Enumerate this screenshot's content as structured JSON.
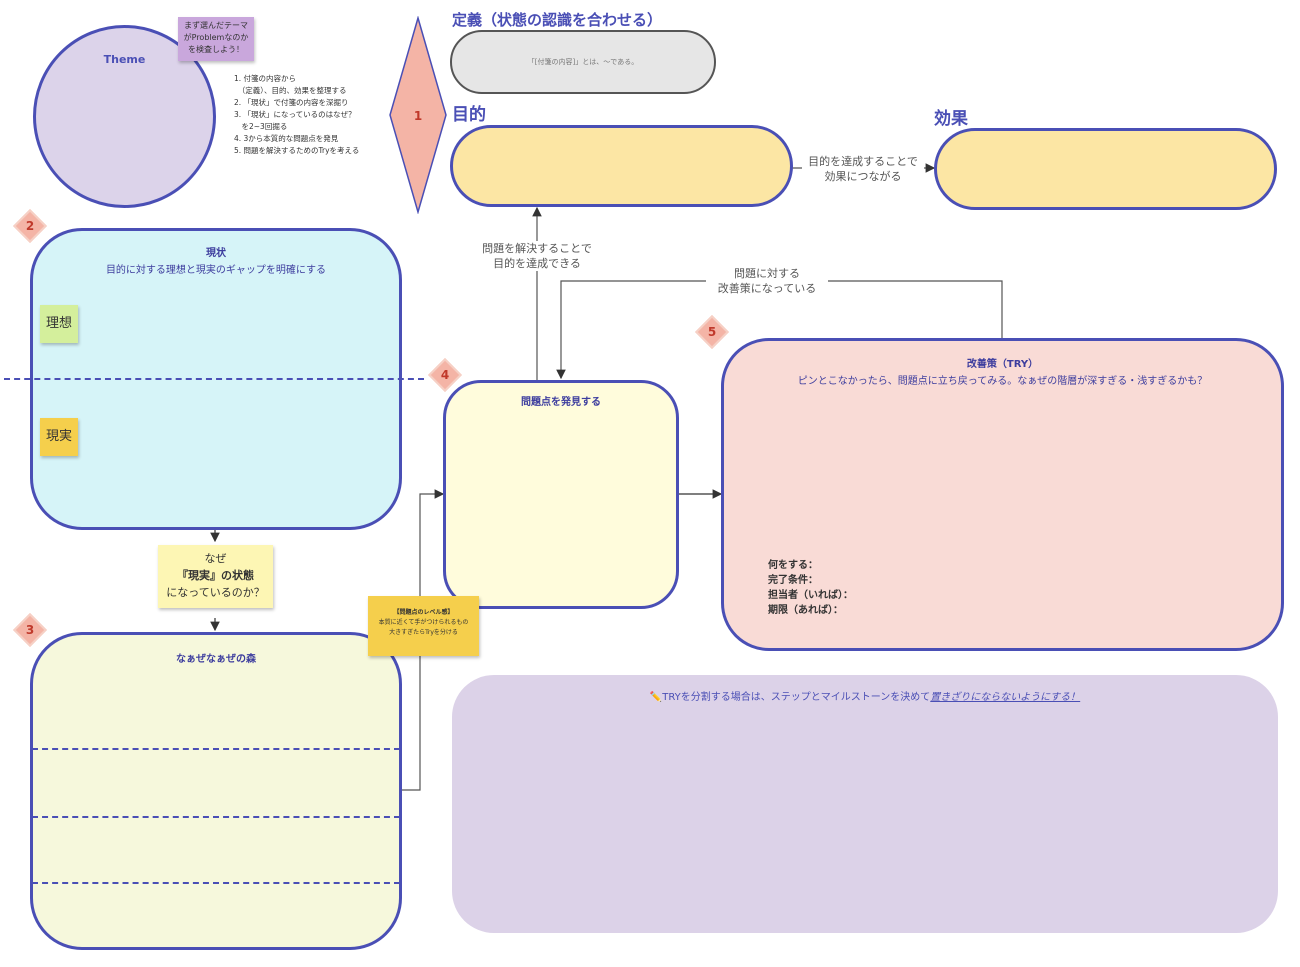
{
  "theme": {
    "label": "Theme",
    "sticky_lines": [
      "まず選んだテーマ",
      "がProblemなのか",
      "を検査しよう！"
    ]
  },
  "instructions": [
    "1. 付箋の内容から",
    "　（定義）、目的、効果を整理する",
    "2. 「現状」で付箋の内容を深掘り",
    "3. 「現状」になっているのはなぜ？",
    "　を2~3回掘る",
    "4. 3から本質的な問題点を発見",
    "5. 問題を解決するためのTryを考える"
  ],
  "step_numbers": [
    "1",
    "2",
    "3",
    "4",
    "5"
  ],
  "definition": {
    "heading": "定義（状態の認識を合わせる）",
    "placeholder": "「[付箋の内容]」とは、〜である。"
  },
  "purpose": {
    "heading": "目的"
  },
  "effect": {
    "heading": "効果"
  },
  "connectors": {
    "purpose_to_effect": [
      "目的を達成することで",
      "効果につながる"
    ],
    "problem_to_purpose": [
      "問題を解決することで",
      "目的を達成できる"
    ],
    "try_to_problem": [
      "問題に対する",
      "改善策になっている"
    ]
  },
  "current_state": {
    "title": "現状",
    "subtitle": "目的に対する理想と現実のギャップを明確にする",
    "ideal_label": "理想",
    "reality_label": "現実"
  },
  "why_sticky": {
    "line1": "なぜ",
    "line2": "『現実』の状態",
    "line3": "になっているのか？"
  },
  "forest": {
    "title": "なぁぜなぁぜの森"
  },
  "problem": {
    "title": "問題点を発見する"
  },
  "level_sticky": {
    "title": "【問題点のレベル感】",
    "line1": "本質に近くて手がつけられるもの",
    "line2": "大きすぎたらTryを分ける"
  },
  "try": {
    "title": "改善策（TRY）",
    "subtitle": "ピンとこなかったら、問題点に立ち戻ってみる。なぁぜの階層が深すぎる・浅すぎるかも？",
    "fields": [
      "何をする：",
      "完了条件：",
      "担当者（いれば）：",
      "期限（あれば）："
    ]
  },
  "split_note": {
    "icon": "pencil-icon",
    "text": "TRYを分割する場合は、ステップとマイルストーンを決めて",
    "emphasis": "置きざりにならないようにする！"
  },
  "colors": {
    "accent": "#4a4fb5",
    "diamond": "#f4b4a6",
    "theme_circle": "#dcd3ea",
    "definition": "#e6e6e6",
    "purpose": "#fce6a4",
    "current": "#d6f4f8",
    "forest": "#f6f8dc",
    "problem": "#fffcdc",
    "try": "#f9dbd6",
    "split": "#dcd2e8"
  }
}
